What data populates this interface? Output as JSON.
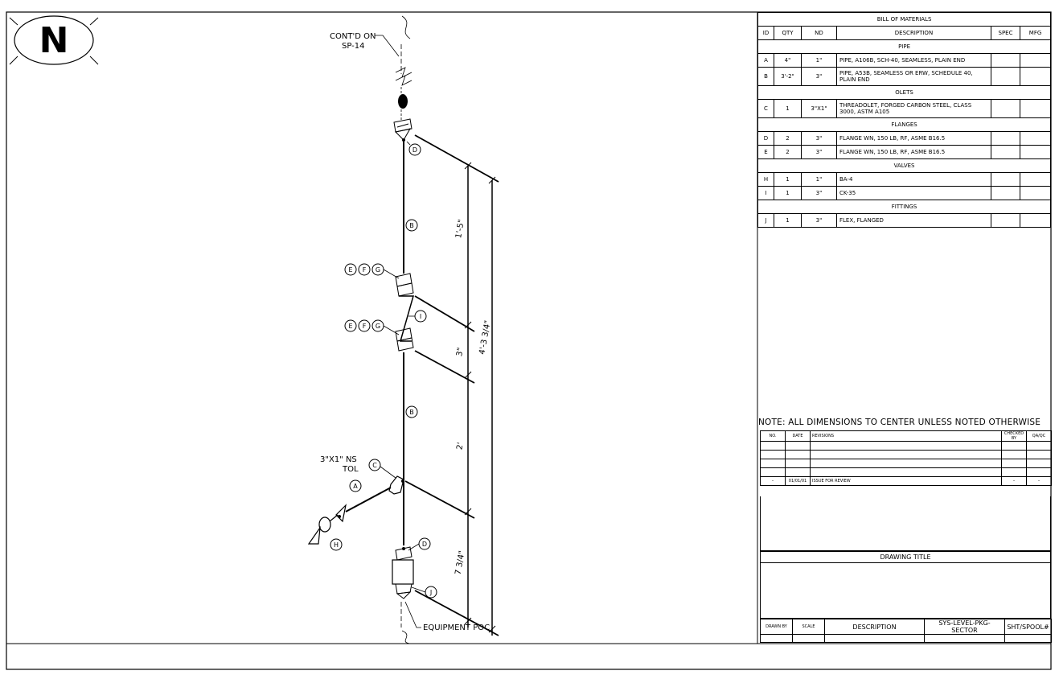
{
  "north_arrow": {
    "label": "N"
  },
  "labels": {
    "contd_line1": "CONT'D ON",
    "contd_line2": "SP-14",
    "equipment_poc": "EQUIPMENT POC",
    "tol_line1": "3\"X1\" NS",
    "tol_line2": "TOL"
  },
  "callouts": {
    "d_top": "D",
    "b_upper": "B",
    "efg1": [
      "E",
      "F",
      "G"
    ],
    "i": "I",
    "efg2": [
      "E",
      "F",
      "G"
    ],
    "b_lower": "B",
    "c": "C",
    "a": "A",
    "h": "H",
    "d_bottom": "D",
    "j": "J"
  },
  "dimensions": {
    "d1": "1'-5\"",
    "d2": "3\"",
    "d3": "2'",
    "d4": "7 3/4\"",
    "overall": "4'-3 3/4\""
  },
  "bom": {
    "title": "BILL OF MATERIALS",
    "headers": [
      "ID",
      "QTY",
      "ND",
      "DESCRIPTION",
      "SPEC",
      "MFG"
    ],
    "sections": [
      {
        "name": "PIPE",
        "rows": [
          {
            "id": "A",
            "qty": "4\"",
            "nd": "1\"",
            "desc": "PIPE, A106B, SCH-40, SEAMLESS, PLAIN END",
            "tall": false
          },
          {
            "id": "B",
            "qty": "3'-2\"",
            "nd": "3\"",
            "desc": "PIPE, A53B, SEAMLESS OR ERW, SCHEDULE 40, PLAIN END",
            "tall": true
          }
        ]
      },
      {
        "name": "OLETS",
        "rows": [
          {
            "id": "C",
            "qty": "1",
            "nd": "3\"X1\"",
            "desc": "THREADOLET, FORGED CARBON STEEL, CLASS 3000, ASTM A105",
            "tall": true
          }
        ]
      },
      {
        "name": "FLANGES",
        "rows": [
          {
            "id": "D",
            "qty": "2",
            "nd": "3\"",
            "desc": "FLANGE WN, 150 LB, RF, ASME B16.5",
            "tall": false
          },
          {
            "id": "E",
            "qty": "2",
            "nd": "3\"",
            "desc": "FLANGE WN, 150 LB, RF, ASME B16.5",
            "tall": false
          }
        ]
      },
      {
        "name": "VALVES",
        "rows": [
          {
            "id": "H",
            "qty": "1",
            "nd": "1\"",
            "desc": "BA-4",
            "tall": false
          },
          {
            "id": "I",
            "qty": "1",
            "nd": "3\"",
            "desc": "CK-35",
            "tall": false
          }
        ]
      },
      {
        "name": "FITTINGS",
        "rows": [
          {
            "id": "J",
            "qty": "1",
            "nd": "3\"",
            "desc": "FLEX, FLANGED",
            "tall": false
          }
        ]
      }
    ]
  },
  "note": "NOTE: ALL DIMENSIONS TO CENTER UNLESS NOTED OTHERWISE",
  "revisions": {
    "headers": [
      "NO.",
      "DATE",
      "REVISIONS",
      "CHECKED BY",
      "QA/QC"
    ],
    "rows": [
      {
        "no": "",
        "date": "",
        "rev": "",
        "chk": "",
        "qa": ""
      },
      {
        "no": "",
        "date": "",
        "rev": "",
        "chk": "",
        "qa": ""
      },
      {
        "no": "",
        "date": "",
        "rev": "",
        "chk": "",
        "qa": ""
      },
      {
        "no": "",
        "date": "",
        "rev": "",
        "chk": "",
        "qa": ""
      },
      {
        "no": "–",
        "date": "01/01/01",
        "rev": "ISSUE FOR REVIEW",
        "chk": "–",
        "qa": "–"
      }
    ]
  },
  "title_block": {
    "drawing_title": "DRAWING TITLE",
    "drawn_by": "DRAWN BY",
    "scale": "SCALE",
    "description": "DESCRIPTION",
    "sector": "SYS-LEVEL-PKG-SECTOR",
    "spool": "SHT/SPOOL#"
  }
}
